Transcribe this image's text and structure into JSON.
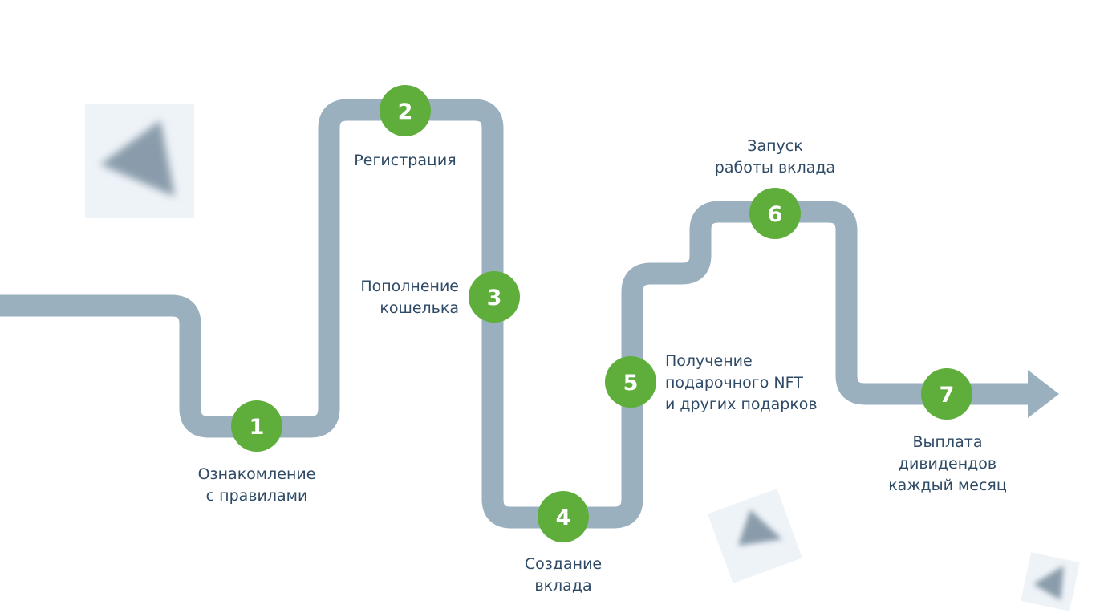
{
  "colors": {
    "path": "#9ab0bf",
    "step_circle": "#5fae3b",
    "step_number": "#ffffff",
    "label_text": "#2f4a66",
    "deco_square": "#eef3f8",
    "deco_triangle": "#8a9cab"
  },
  "steps": [
    {
      "number": "1",
      "label_lines": [
        "Ознакомление",
        "с правилами"
      ]
    },
    {
      "number": "2",
      "label_lines": [
        "Регистрация"
      ]
    },
    {
      "number": "3",
      "label_lines": [
        "Пополнение",
        "кошелька"
      ]
    },
    {
      "number": "4",
      "label_lines": [
        "Создание",
        "вклада"
      ]
    },
    {
      "number": "5",
      "label_lines": [
        "Получение",
        "подарочного NFT",
        "и других подарков"
      ]
    },
    {
      "number": "6",
      "label_lines": [
        "Запуск",
        "работы вклада"
      ]
    },
    {
      "number": "7",
      "label_lines": [
        "Выплата",
        "дивидендов",
        "каждый месяц"
      ]
    }
  ]
}
